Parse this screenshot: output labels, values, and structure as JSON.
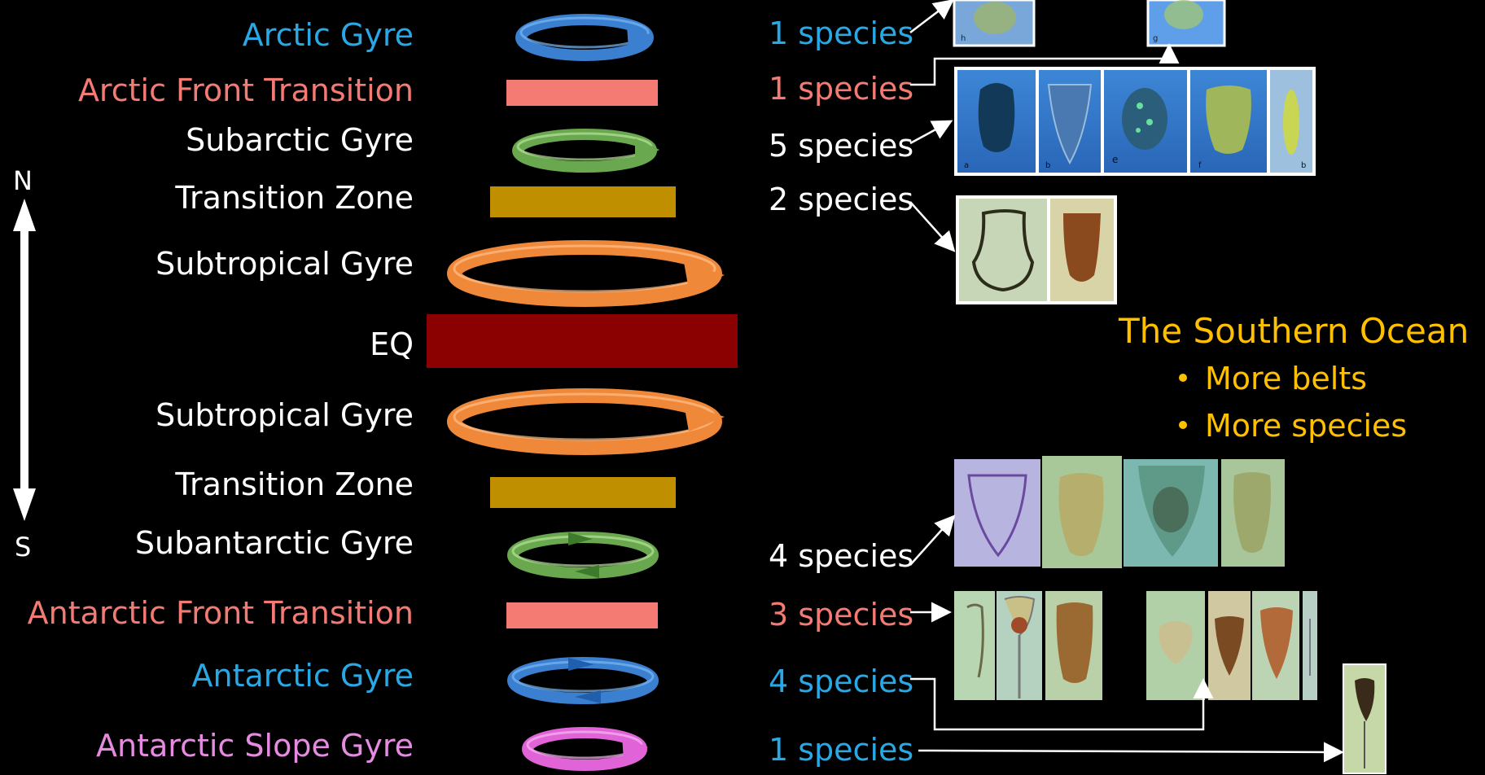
{
  "colors": {
    "background": "#000000",
    "arctic_blue": "#29a8e6",
    "front_pink": "#f47a74",
    "subarctic_green": "#8dc86a",
    "transition_gold": "#bf8f00",
    "subtropical_orange": "#f89a45",
    "equator_red": "#8b0000",
    "slope_magenta": "#e58be0",
    "southern_ocean_gold": "#ffc000",
    "white": "#ffffff"
  },
  "compass": {
    "north": "N",
    "south": "S"
  },
  "zones": [
    {
      "label": "Arctic Gyre",
      "color": "#29a8e6",
      "shape": "gyre"
    },
    {
      "label": "Arctic Front Transition",
      "color": "#f47a74",
      "shape": "bar"
    },
    {
      "label": "Subarctic Gyre",
      "color": "#ffffff",
      "shape": "gyre"
    },
    {
      "label": "Transition Zone",
      "color": "#ffffff",
      "shape": "bar"
    },
    {
      "label": "Subtropical Gyre",
      "color": "#ffffff",
      "shape": "gyre"
    },
    {
      "label": "EQ",
      "color": "#ffffff",
      "shape": "bar"
    },
    {
      "label": "Subtropical Gyre",
      "color": "#ffffff",
      "shape": "gyre"
    },
    {
      "label": "Transition Zone",
      "color": "#ffffff",
      "shape": "bar"
    },
    {
      "label": "Subantarctic Gyre",
      "color": "#ffffff",
      "shape": "gyre"
    },
    {
      "label": "Antarctic Front Transition",
      "color": "#f47a74",
      "shape": "bar"
    },
    {
      "label": "Antarctic Gyre",
      "color": "#29a8e6",
      "shape": "gyre"
    },
    {
      "label": "Antarctic Slope Gyre",
      "color": "#e58be0",
      "shape": "gyre"
    }
  ],
  "species_counts": [
    {
      "label": "1 species",
      "color": "#29a8e6"
    },
    {
      "label": "1 species",
      "color": "#f47a74"
    },
    {
      "label": "5 species",
      "color": "#ffffff"
    },
    {
      "label": "2 species",
      "color": "#ffffff"
    },
    {
      "label": "4 species",
      "color": "#ffffff"
    },
    {
      "label": "3 species",
      "color": "#f47a74"
    },
    {
      "label": "4 species",
      "color": "#29a8e6"
    },
    {
      "label": "1 species",
      "color": "#29a8e6"
    }
  ],
  "southern_ocean": {
    "title": "The Southern Ocean",
    "bullets": [
      "More belts",
      "More species"
    ]
  },
  "micrographs": {
    "arctic_top_letters": [
      "h",
      "g"
    ],
    "five_species_letters": [
      "a",
      "b",
      "e",
      "f",
      "b"
    ]
  }
}
